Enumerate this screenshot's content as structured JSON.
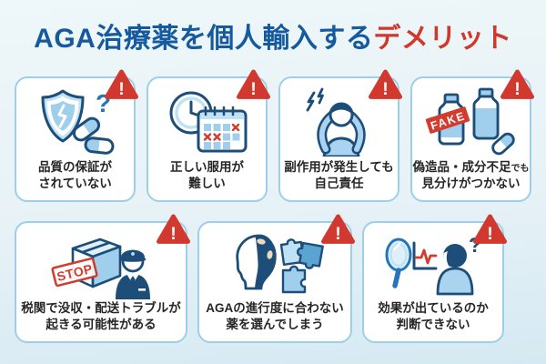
{
  "title": {
    "text_blue": "AGA治療薬を個人輸入する",
    "text_red": "デメリット"
  },
  "warning_badge": {
    "symbol": "!",
    "color": "#d2392e"
  },
  "colors": {
    "title_blue": "#15599e",
    "title_red": "#cf382b",
    "card_border": "#9dcfe8",
    "background_top": "#eef7f9",
    "background_bottom": "#d5e9f2",
    "icon_navy": "#1d4e79",
    "icon_blue": "#9fcfec",
    "icon_light_blue": "#bfe2f5",
    "icon_pale": "#dff0fa",
    "accent_red": "#d23b2e",
    "text_dark": "#262626"
  },
  "icon_labels": {
    "fake_stamp": "FAKE",
    "stop_stamp": "STOP",
    "question_mark": "?"
  },
  "cards": [
    {
      "icon": "broken-shield-pills",
      "line1": "品質の保証が",
      "line2": "されていない"
    },
    {
      "icon": "clock-calendar",
      "line1": "正しい服用が",
      "line2": "難しい"
    },
    {
      "icon": "headache-person",
      "line1": "副作用が発生しても",
      "line2": "自己責任"
    },
    {
      "icon": "fake-bottles",
      "line1_main": "偽造品・成分不足",
      "line1_small": "でも",
      "line2": "見分けがつかない"
    },
    {
      "icon": "customs-box-officer",
      "line1": "税関で没収・配送トラブルが",
      "line2": "起きる可能性がある"
    },
    {
      "icon": "head-puzzle",
      "line1": "AGAの進行度に合わない",
      "line2": "薬を選んでしまう"
    },
    {
      "icon": "mirror-check-person",
      "line1": "効果が出ているのか",
      "line2": "判断できない"
    }
  ]
}
